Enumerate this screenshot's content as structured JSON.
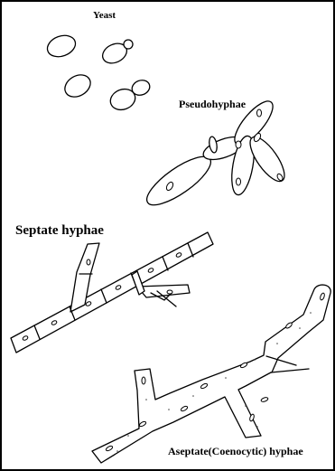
{
  "labels": {
    "yeast": "Yeast",
    "pseudohyphae": "Pseudohyphae",
    "septate": "Septate hyphae",
    "aseptate": "Aseptate(Coenocytic) hyphae"
  },
  "colors": {
    "ink": "#000000",
    "background": "#ffffff"
  }
}
